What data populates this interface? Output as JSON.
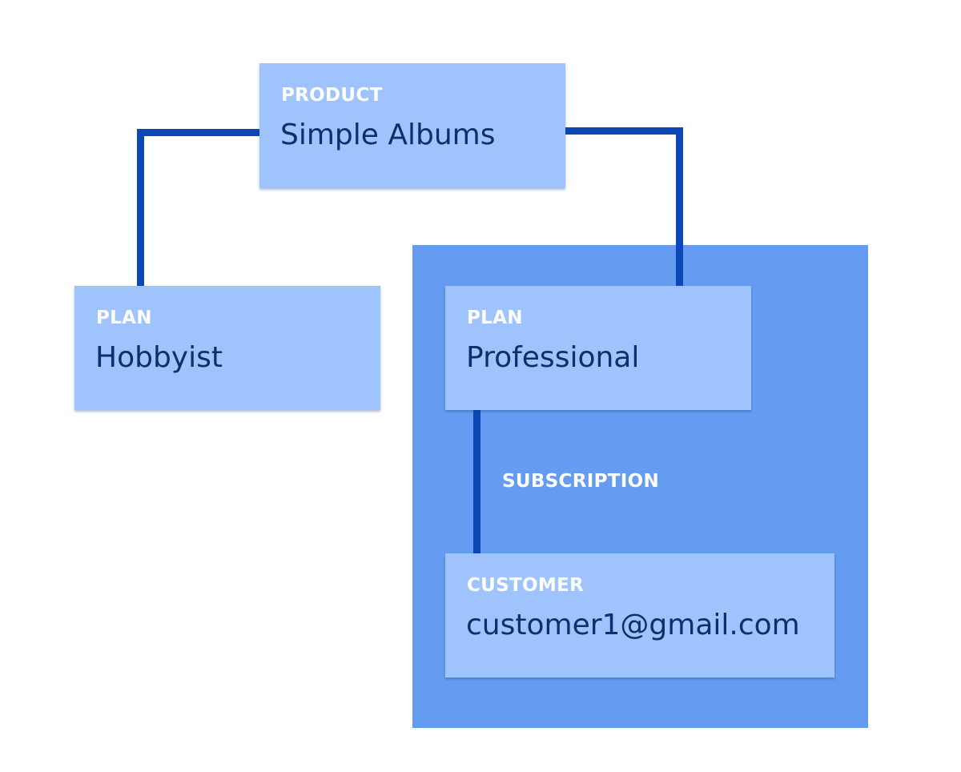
{
  "colors": {
    "node_fill": "#9fc4fd",
    "group_fill": "#659cf1",
    "connector": "#0d47b5",
    "type_label": "#ffffff",
    "value_text": "#0e2f6b"
  },
  "nodes": {
    "product": {
      "type": "PRODUCT",
      "value": "Simple Albums"
    },
    "plan_hobbyist": {
      "type": "PLAN",
      "value": "Hobbyist"
    },
    "plan_professional": {
      "type": "PLAN",
      "value": "Professional"
    },
    "customer": {
      "type": "CUSTOMER",
      "value": "customer1@gmail.com"
    }
  },
  "relations": {
    "subscription": "SUBSCRIPTION"
  }
}
